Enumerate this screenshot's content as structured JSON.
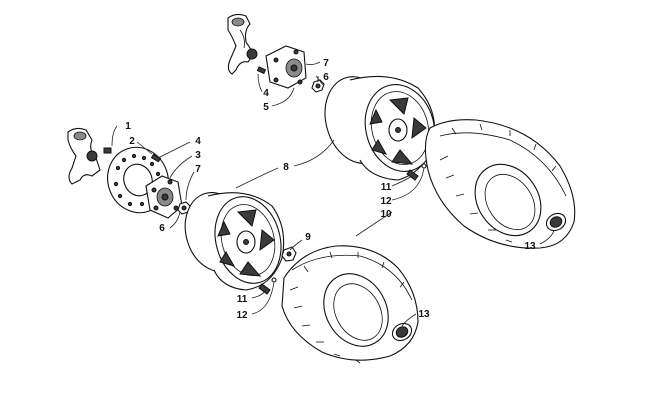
{
  "callouts": {
    "c1": "1",
    "c2": "2",
    "c3": "3",
    "c4_left": "4",
    "c4_top": "4",
    "c5": "5",
    "c6_left": "6",
    "c6_top": "6",
    "c7_left": "7",
    "c7_top": "7",
    "c8": "8",
    "c9": "9",
    "c10": "10",
    "c11_front": "11",
    "c11_rear": "11",
    "c12_front": "12",
    "c12_rear": "12",
    "c13_front": "13",
    "c13_rear": "13"
  }
}
